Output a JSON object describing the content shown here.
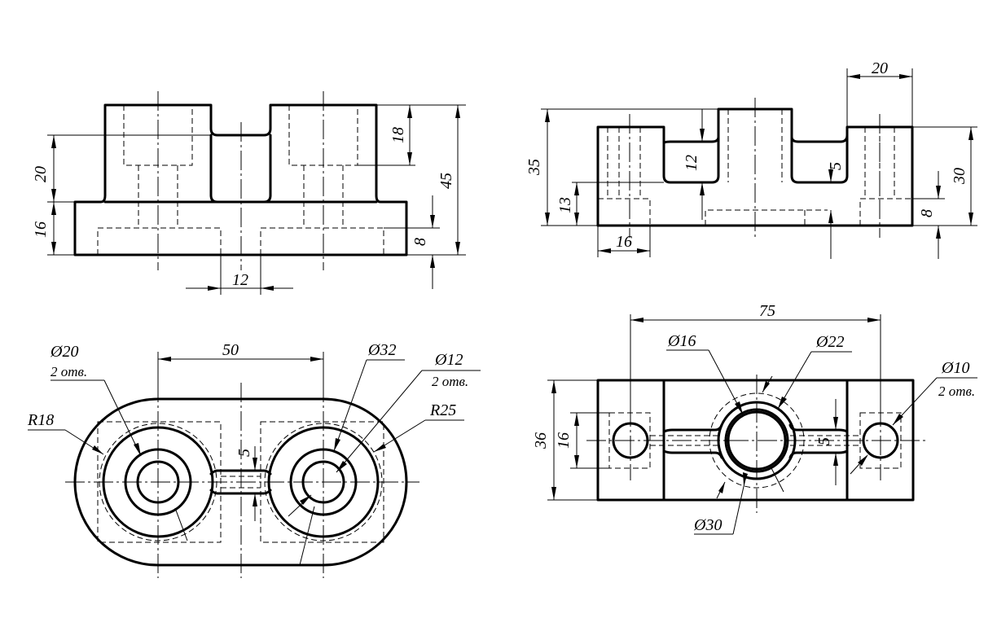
{
  "front_view": {
    "dim_height_upper": "20",
    "dim_height_base": "16",
    "dim_boss_hole": "18",
    "dim_total_height": "45",
    "dim_bottom_recess": "8",
    "dim_slot_width": "12"
  },
  "side_view": {
    "dim_top_width": "20",
    "dim_total_height": "35",
    "dim_lower_height": "13",
    "dim_slot_depth": "12",
    "dim_web": "5",
    "dim_right_height": "30",
    "dim_bottom_recess": "8",
    "dim_bottom_width": "16"
  },
  "top_view_left": {
    "dim_hole_dia_20": "Ø20",
    "note_2_holes_a": "2 отв.",
    "dim_center_distance": "50",
    "dim_dia_32": "Ø32",
    "dim_dia_12": "Ø12",
    "note_2_holes_b": "2 отв.",
    "dim_r18": "R18",
    "dim_r25": "R25",
    "dim_web_5": "5"
  },
  "top_view_right": {
    "dim_length_75": "75",
    "dim_dia_16": "Ø16",
    "dim_dia_22": "Ø22",
    "dim_dia_10": "Ø10",
    "note_2_holes": "2 отв.",
    "dim_width_36": "36",
    "dim_hole_square_16": "16",
    "dim_web_5": "5",
    "dim_dia_30": "Ø30"
  }
}
